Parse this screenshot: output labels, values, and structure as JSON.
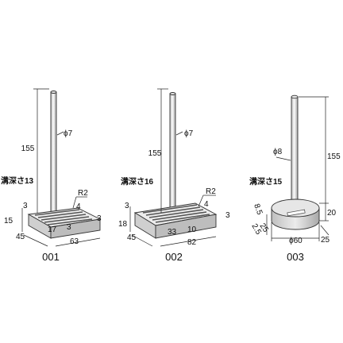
{
  "products": [
    {
      "code": "001",
      "pole_diameter": "ϕ7",
      "pole_height": "155",
      "groove_depth": "溝深さ13",
      "radius": "R2",
      "dims": {
        "a": "3",
        "b": "4",
        "c": "3",
        "d": "3",
        "base_height": "15",
        "inner": "17",
        "depth": "45",
        "width": "63"
      }
    },
    {
      "code": "002",
      "pole_diameter": "ϕ7",
      "pole_height": "155",
      "groove_depth": "溝深さ16",
      "radius": "R2",
      "dims": {
        "a": "3",
        "b": "4",
        "c": "3",
        "base_height": "18",
        "inner": "33",
        "slot": "10",
        "depth": "45",
        "width": "82"
      }
    },
    {
      "code": "003",
      "pole_diameter": "ϕ8",
      "pole_height": "155",
      "groove_depth": "溝深さ15",
      "dims": {
        "base_height": "20",
        "slot_a": "8.5",
        "slot_b": "2.5",
        "slot_c": "25",
        "diameter": "ϕ60",
        "offset": "25"
      }
    }
  ],
  "colors": {
    "base_fill": "#d9d9d9",
    "base_top": "#ececec",
    "pole": "#f4f4f4",
    "line": "#222222"
  }
}
